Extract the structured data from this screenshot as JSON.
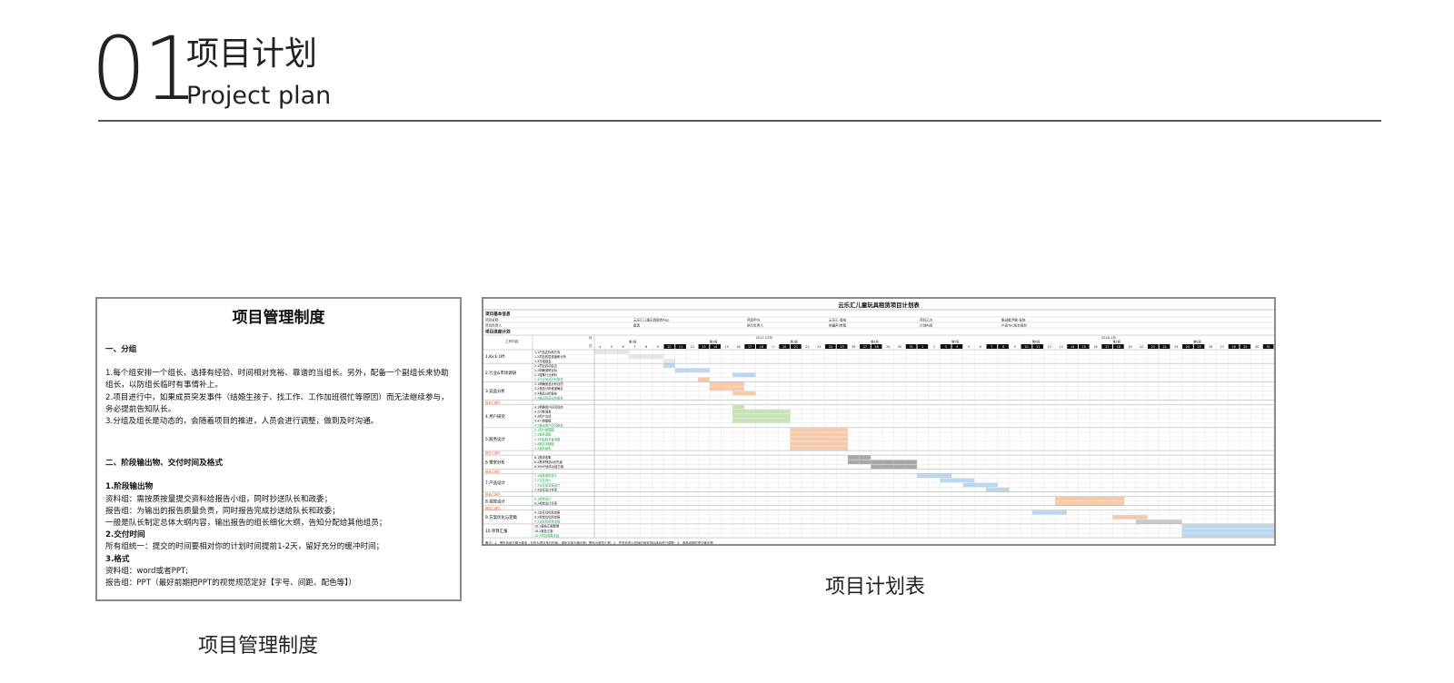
{
  "header": {
    "number": "01",
    "title_zh": "项目计划",
    "title_en": "Project plan"
  },
  "doc": {
    "title": "项目管理制度",
    "sections": [
      {
        "heading": "一、分组",
        "paras": [
          "1.每个组安排一个组长，选择有经验、时间相对充裕、靠谱的当组长。另外，配备一个副组长来协助组长，以防组长临时有事情补上。",
          "2.项目进行中，如果成员突发事件（结婚生孩子、找工作、工作加班很忙等原因）而无法继续参与，务必提前告知队长。",
          "3.分组及组长是动态的，会随着项目的推进，人员会进行调整，做到及时沟通。"
        ]
      },
      {
        "heading": "二、阶段输出物、交付时间及格式",
        "paras": []
      }
    ],
    "sub1_title": "1.阶段输出物",
    "sub1_lines": [
      "资料组：需按质按量提交资料给报告小组，同时抄送队长和政委；",
      "报告组：为输出的报告质量负责，同时报告完成抄送给队长和政委；",
      "一般是队长制定总体大纲内容，输出报告的组长细化大纲，告知分配给其他组员；"
    ],
    "sub2_title": "2.交付时间",
    "sub2_lines": [
      "所有组统一：提交的时间要相对你的计划时间提前1-2天，留好充分的缓冲时间；"
    ],
    "sub3_title": "3.格式",
    "sub3_lines": [
      "资料组：word或者PPT;",
      "报告组：PPT（最好前期把PPT的视觉规范定好【字号、间距、配色等】）"
    ]
  },
  "captions": {
    "left": "项目管理制度",
    "right": "项目计划表"
  },
  "gantt": {
    "title": "云乐汇儿童玩具租赁项目计划表",
    "basic_info_label": "项目基本信息",
    "info_cells": [
      "项目名称",
      "云乐汇儿童玩具租赁App",
      "项目甲方",
      "云乐汇-童成",
      "项目乙方",
      "集创星尹敏-祝晓",
      "项目负责人",
      "童勇",
      "执行负责人",
      "林晨声/单程",
      "计划内容",
      "产品ToC版本规划"
    ],
    "progress_label": "项目进度计划",
    "work_label": "工作内容",
    "month_label": "月",
    "day_label": "日",
    "months": [
      "2017.12月",
      "2018.1月"
    ],
    "weeks": [
      "第1周",
      "第2周",
      "第3周",
      "第4周",
      "第5周",
      "第6周",
      "第7周",
      "第8周",
      "第9周"
    ],
    "days": [
      "4",
      "5",
      "6",
      "7",
      "8",
      "9",
      "10",
      "11",
      "12",
      "13",
      "14",
      "15",
      "16",
      "17",
      "18",
      "19",
      "20",
      "21",
      "22",
      "23",
      "24",
      "25",
      "26",
      "27",
      "28",
      "29",
      "30",
      "31",
      "1",
      "2",
      "3",
      "4",
      "5",
      "6",
      "7",
      "8",
      "9",
      "10",
      "11",
      "12",
      "13",
      "14",
      "15",
      "16",
      "17",
      "18",
      "19",
      "20",
      "21",
      "22",
      "23",
      "24",
      "25",
      "26",
      "27",
      "28",
      "29",
      "30",
      "31"
    ],
    "dark_day_indices": [
      6,
      7,
      9,
      10,
      13,
      14,
      16,
      17,
      20,
      21,
      23,
      24,
      27,
      28,
      30,
      31,
      34,
      35,
      37,
      38,
      41,
      42,
      44,
      45,
      48,
      49,
      51,
      52,
      55,
      56,
      58
    ],
    "red_day_index": 15,
    "groups": [
      {
        "label": "1.Kick Off",
        "color": "#000000",
        "tasks": [
          {
            "name": "1.1产品定标和方向",
            "color": "#111111",
            "start": 0,
            "len": 3,
            "bar": "#e6e6e6"
          },
          {
            "name": "1.2项目底层调度和分析",
            "color": "#111111",
            "start": 3,
            "len": 3,
            "bar": "#e6e6e6"
          },
          {
            "name": "1.3分组组会",
            "color": "#111111",
            "start": 6,
            "len": 1,
            "bar": "#e6e6e6"
          }
        ]
      },
      {
        "label": "2.行业&市场调研",
        "color": "#000000",
        "tasks": [
          {
            "name": "2.1项目启动会议",
            "color": "#111111",
            "start": 6,
            "len": 1,
            "bar": "#bcd7f0"
          },
          {
            "name": "2.2明确调研目标",
            "color": "#111111",
            "start": 7,
            "len": 3,
            "bar": "#bcd7f0"
          },
          {
            "name": "2.3搜集行业资料",
            "color": "#111111",
            "start": 12,
            "len": 2,
            "bar": "#bcd7f0"
          },
          {
            "name": "2.4行业竞品分析报告",
            "color": "#22a04a",
            "start": 9,
            "len": 1,
            "bar": "#f7c9a9"
          }
        ]
      },
      {
        "label": "3.竞品分析",
        "color": "#000000",
        "tasks": [
          {
            "name": "3.1明确竞品分析目的",
            "color": "#111111",
            "start": 10,
            "len": 3,
            "bar": "#f7c9a9"
          },
          {
            "name": "3.2竞品分析维度确定",
            "color": "#111111",
            "start": 10,
            "len": 3,
            "bar": "#f7c9a9"
          },
          {
            "name": "3.3竞品分析报告",
            "color": "#111111",
            "start": 12,
            "len": 2,
            "bar": "#f7c9a9"
          },
          {
            "name": "3.4输出竞品分析报告",
            "color": "#22a04a",
            "start": -1,
            "len": 0,
            "bar": ""
          }
        ]
      },
      {
        "label": "报告汇报阶",
        "color": "#e8642c",
        "tasks": []
      },
      {
        "label": "4.用户研究",
        "color": "#000000",
        "tasks": [
          {
            "name": "4.1明确用户研究目的",
            "color": "#111111",
            "start": 12,
            "len": 1,
            "bar": "#c8e3b4"
          },
          {
            "name": "4.2问卷调查",
            "color": "#111111",
            "start": 12,
            "len": 5,
            "bar": "#c8e3b4"
          },
          {
            "name": "4.3用户访谈",
            "color": "#111111",
            "start": 12,
            "len": 5,
            "bar": "#c8e3b4"
          },
          {
            "name": "4.4人物建模",
            "color": "#111111",
            "start": 12,
            "len": 5,
            "bar": "#c8e3b4"
          },
          {
            "name": "4.5输出用户研究报告",
            "color": "#22a04a",
            "start": -1,
            "len": 0,
            "bar": ""
          }
        ]
      },
      {
        "label": "5.服务设计",
        "color": "#000000",
        "tasks": [
          {
            "name": "5.1用户旅程图",
            "color": "#22a04a",
            "start": 17,
            "len": 5,
            "bar": "#f7c9a9"
          },
          {
            "name": "5.2服务蓝图",
            "color": "#22a04a",
            "start": 17,
            "len": 5,
            "bar": "#f7c9a9"
          },
          {
            "name": "5.3利益相关者地图",
            "color": "#22a04a",
            "start": 17,
            "len": 5,
            "bar": "#f7c9a9"
          },
          {
            "name": "5.4服务流程图",
            "color": "#22a04a",
            "start": 17,
            "len": 5,
            "bar": "#f7c9a9"
          },
          {
            "name": "5.5服务画布",
            "color": "#22a04a",
            "start": 17,
            "len": 5,
            "bar": "#f7c9a9"
          }
        ]
      },
      {
        "label": "报告汇报阶",
        "color": "#e8642c",
        "tasks": []
      },
      {
        "label": "6.需求分析",
        "color": "#000000",
        "tasks": [
          {
            "name": "6.1需求收集",
            "color": "#111111",
            "start": 22,
            "len": 2,
            "bar": "#a9a6a7"
          },
          {
            "name": "6.2需求筛选&优先级",
            "color": "#111111",
            "start": 22,
            "len": 6,
            "bar": "#a9a6a7"
          },
          {
            "name": "6.3MVP版本功能方案",
            "color": "#111111",
            "start": 24,
            "len": 4,
            "bar": "#a9a6a7"
          }
        ]
      },
      {
        "label": "报告汇报阶",
        "color": "#e8642c",
        "tasks": []
      },
      {
        "label": "7.产品设计",
        "color": "#000000",
        "tasks": [
          {
            "name": "7.1信息架构设计",
            "color": "#22a04a",
            "start": 28,
            "len": 3,
            "bar": "#bcd7f0"
          },
          {
            "name": "7.2交互设计",
            "color": "#22a04a",
            "start": 30,
            "len": 3,
            "bar": "#bcd7f0"
          },
          {
            "name": "7.3交互原型稿设计",
            "color": "#22a04a",
            "start": 32,
            "len": 3,
            "bar": "#bcd7f0"
          },
          {
            "name": "7.4交互设计评审",
            "color": "#111111",
            "start": 34,
            "len": 2,
            "bar": "#bcd7f0"
          }
        ]
      },
      {
        "label": "报告汇报阶",
        "color": "#e8642c",
        "tasks": []
      },
      {
        "label": "8.视觉设计",
        "color": "#000000",
        "tasks": [
          {
            "name": "8.1视觉设计",
            "color": "#22a04a",
            "start": 40,
            "len": 6,
            "bar": "#f7c9a9"
          },
          {
            "name": "8.2视觉设计评审",
            "color": "#111111",
            "start": 40,
            "len": 6,
            "bar": "#f7c9a9"
          }
        ]
      },
      {
        "label": "报告汇报阶",
        "color": "#e8642c",
        "tasks": []
      },
      {
        "label": "9.方案优化与定稿",
        "color": "#000000",
        "tasks": [
          {
            "name": "9.1交互优化和定稿",
            "color": "#111111",
            "start": 38,
            "len": 3,
            "bar": "#bcd7f0"
          },
          {
            "name": "9.2视觉优化和定稿",
            "color": "#111111",
            "start": 45,
            "len": 3,
            "bar": "#f7c9a9"
          },
          {
            "name": "9.3交互和视觉定稿",
            "color": "#22a04a",
            "start": 47,
            "len": 4,
            "bar": "#c9c9c9"
          }
        ]
      },
      {
        "label": "10.项目汇报",
        "color": "#000000",
        "tasks": [
          {
            "name": "10.1报告汇报整理",
            "color": "#111111",
            "start": 51,
            "len": 9,
            "bar": "#bcd7f0"
          },
          {
            "name": "10.2报告汇报",
            "color": "#111111",
            "start": 51,
            "len": 9,
            "bar": "#bcd7f0"
          },
          {
            "name": "10.3项目成果总结",
            "color": "#22a04a",
            "start": 51,
            "len": 9,
            "bar": "#bcd7f0"
          }
        ]
      }
    ],
    "footnote": "备注：1、黑色背景日期为周末，灰色为项目执行时间；绿色字体为输出物；橙色为报告汇报；2、任务负责人具体时间安排后续会进行调整；3、请各组按时提交输出物"
  }
}
